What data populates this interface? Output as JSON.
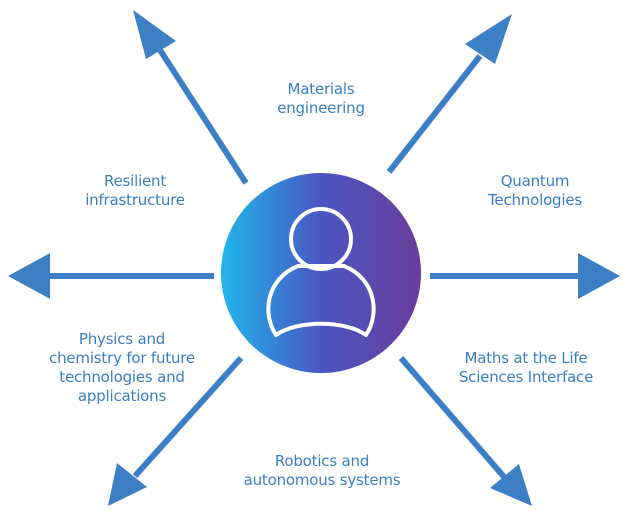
{
  "colors": {
    "arrow": "#3d7fc4",
    "label_text": "#3a7fc2",
    "circle_gradient_start": "#1fb6ea",
    "circle_gradient_mid": "#4a57c2",
    "circle_gradient_end": "#6a3d9a",
    "person_icon_stroke": "#ffffff"
  },
  "center": {
    "icon": "person-icon"
  },
  "arrows": [
    "arrow-up-left",
    "arrow-up-right",
    "arrow-left",
    "arrow-right",
    "arrow-down-left",
    "arrow-down-right"
  ],
  "labels": {
    "materials_engineering": [
      "Materials",
      "engineering"
    ],
    "resilient_infrastructure": [
      "Resilient",
      "infrastructure"
    ],
    "quantum_technologies": [
      "Quantum",
      "Technologies"
    ],
    "physics_chemistry": [
      "Physics and",
      "chemistry for future",
      "technologies and",
      "applications"
    ],
    "maths_life_sciences": [
      "Maths at the Life",
      "Sciences Interface"
    ],
    "robotics_autonomous": [
      "Robotics and",
      "autonomous systems"
    ]
  }
}
